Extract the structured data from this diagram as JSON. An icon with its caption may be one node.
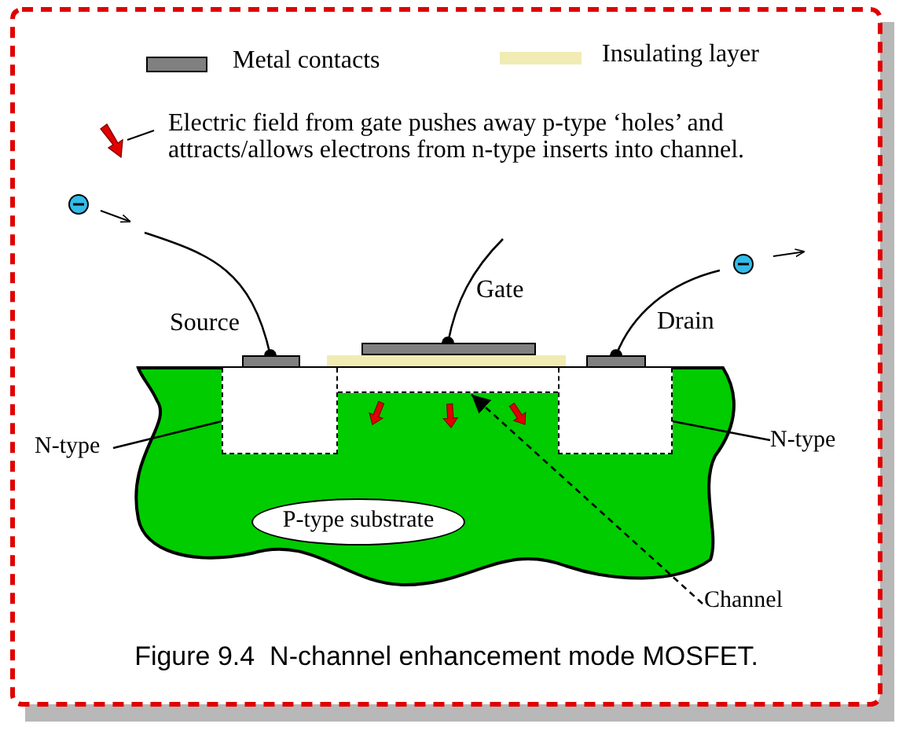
{
  "diagram": {
    "caption": "Figure 9.4  N-channel enhancement mode MOSFET.",
    "nodes": [
      {
        "text": [],
        "shape": "box",
        "beside": [
          "Source"
        ]
      },
      {
        "text": [],
        "shape": "box",
        "beside": [
          "Gate"
        ]
      },
      {
        "text": [],
        "shape": "box",
        "beside": [
          "Drain"
        ]
      },
      {
        "text": [
          "N-type"
        ]
      },
      {
        "text": [],
        "shape": "box"
      },
      {
        "text": [],
        "shape": "box"
      },
      {
        "text": [],
        "shape": "box"
      },
      {
        "text": [
          "N-type"
        ]
      },
      {
        "text": [
          "P-type substrate"
        ]
      },
      {
        "text": [
          "Channel"
        ]
      }
    ],
    "edges": [
      {
        "from": null,
        "to": 0,
        "arrow": "other"
      },
      {
        "from": null,
        "to": 1,
        "arrow": "other"
      },
      {
        "from": 2,
        "to": null,
        "arrow": "other"
      },
      {
        "from": 3,
        "to": 4,
        "arrow": "none"
      },
      {
        "from": 7,
        "to": 6,
        "arrow": "none"
      },
      {
        "from": 9,
        "to": 5,
        "arrow": "to",
        "style": "dashed"
      }
    ],
    "legend": [
      {
        "text": "Metal contacts",
        "color": "#808080"
      },
      {
        "text": "Insulating layer",
        "color": "#f0ecb4"
      },
      {
        "text": "Electric field from gate pushes away p-type ‘holes’ and attracts/allows electrons from n-type inserts into channel."
      }
    ]
  }
}
